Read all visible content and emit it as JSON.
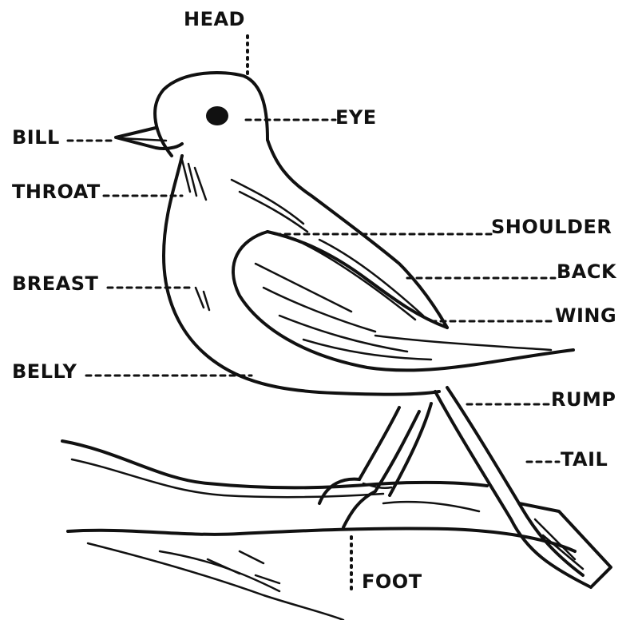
{
  "labels": {
    "head": "HEAD",
    "eye": "EYE",
    "bill": "BILL",
    "throat": "THROAT",
    "shoulder": "SHOULDER",
    "back": "BACK",
    "breast": "BREAST",
    "wing": "WING",
    "belly": "BELLY",
    "rump": "RUMP",
    "tail": "TAIL",
    "foot": "FOOT"
  },
  "colors": {
    "ink": "#111111",
    "background": "#ffffff"
  }
}
